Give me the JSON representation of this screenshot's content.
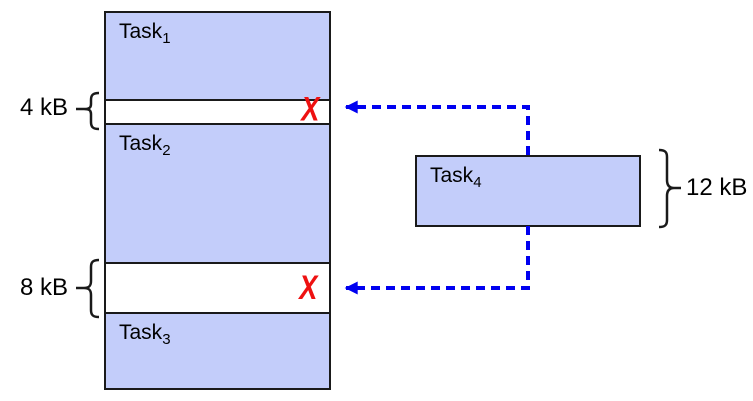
{
  "memory": {
    "tasks": [
      {
        "label": "Task",
        "sub": "1"
      },
      {
        "label": "Task",
        "sub": "2"
      },
      {
        "label": "Task",
        "sub": "3"
      }
    ],
    "free_blocks": [
      {
        "size": "4 kB",
        "mark": "X"
      },
      {
        "size": "8 kB",
        "mark": "X"
      }
    ]
  },
  "incoming_task": {
    "label": "Task",
    "sub": "4",
    "size": "12 kB"
  },
  "colors": {
    "task_fill": "#c3cdfa",
    "free_fill": "#ffffff",
    "border": "#1a1a1a",
    "arrow_blue": "#0000f0",
    "x_red": "#ee1111",
    "background": "#ffffff"
  }
}
